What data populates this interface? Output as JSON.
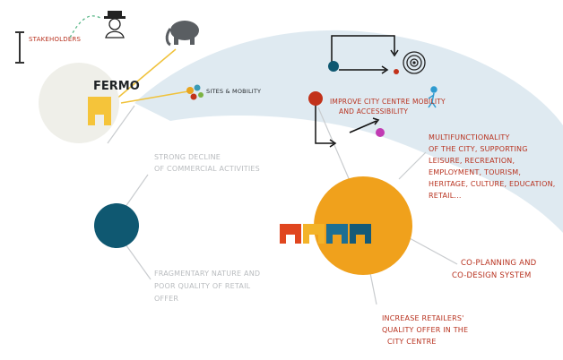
{
  "title": "FERMO",
  "top_labels": {
    "stakeholders": "Stakeholders",
    "small_label_1": "",
    "small_label_2": "Sites & Mobility"
  },
  "problems": {
    "decline": [
      "Strong decline",
      "of commercial activities"
    ],
    "fragmentary": [
      "Fragmentary nature and",
      "poor quality of retail",
      "offer"
    ]
  },
  "goals": {
    "mobility": [
      "Improve city centre mobility",
      "and accessibility"
    ],
    "multifunctionality": [
      "Multifunctionality",
      "of the city, supporting",
      "leisure, recreation,",
      "employment, tourism,",
      "heritage, culture, education,",
      "retail..."
    ],
    "coplanning": [
      "Co-planning and",
      "co-design system"
    ],
    "retailers": [
      "Increase retailers'",
      "quality offer in the",
      "city centre"
    ]
  },
  "colors": {
    "orange": "#f0a11c",
    "teal": "#0f5871",
    "red": "#c2321a",
    "light_blue": "#d9e6ee",
    "yellow": "#f5c43a",
    "grey_line": "#c5c8ca"
  },
  "icons": [
    "person-icon",
    "elephant-icon",
    "target-icon",
    "building-blocks-icon"
  ]
}
